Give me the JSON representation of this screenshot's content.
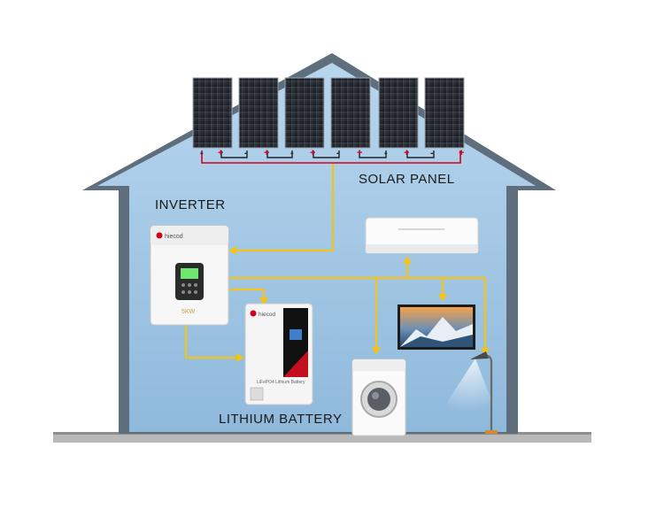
{
  "labels": {
    "solar_panel": "SOLAR PANEL",
    "inverter": "INVERTER",
    "lithium_battery": "LITHIUM BATTERY"
  },
  "polarity": {
    "plus": "+",
    "minus": "-"
  },
  "device_text": {
    "inverter_brand": "hiecod",
    "battery_brand": "hiecod",
    "battery_model": "LiFePO4 Lithium Battery",
    "inverter_badge": "5KW"
  },
  "colors": {
    "house_fill": "#a8cde8",
    "house_outline": "#5f6e7c",
    "wire": "#f3c319",
    "panel_wire": "#d0021b",
    "ground": "#b9b9b9"
  },
  "icons": {
    "solar_panel": "solar-panel-icon",
    "inverter": "inverter-icon",
    "battery": "lithium-battery-icon",
    "air_conditioner": "air-conditioner-icon",
    "tv": "tv-icon",
    "washing_machine": "washing-machine-icon",
    "floor_lamp": "floor-lamp-icon"
  }
}
